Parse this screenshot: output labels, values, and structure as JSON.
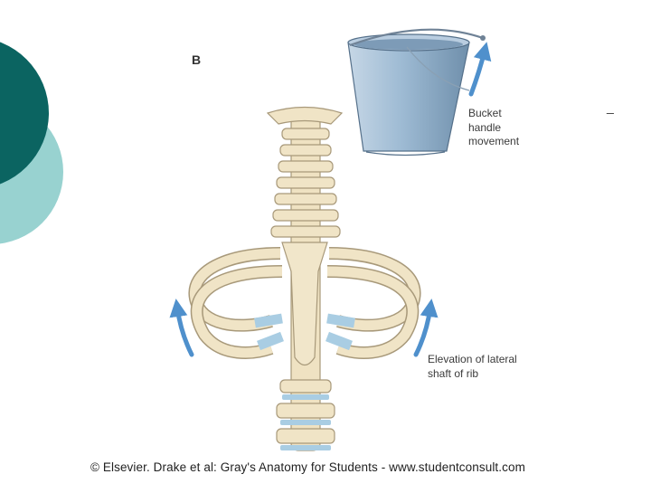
{
  "figure": {
    "panel_letter": "B",
    "bucket_label": [
      "Bucket",
      "handle",
      "movement"
    ],
    "rib_label": [
      "Elevation of lateral",
      "shaft of rib"
    ],
    "stray_mark": "_",
    "copyright": "© Elsevier. Drake et al: Gray's Anatomy for Students - www.studentconsult.com"
  },
  "colors": {
    "teal_dark": "#0b6461",
    "teal_light": "#98d2d0",
    "bone": "#f0e4c6",
    "bone_outline": "#a8997a",
    "cartilage": "#a9cde3",
    "arrow": "#4f90cc",
    "bucket": "#9dbad3"
  },
  "icons": [
    "bucket-icon",
    "curved-arrow-icon"
  ]
}
